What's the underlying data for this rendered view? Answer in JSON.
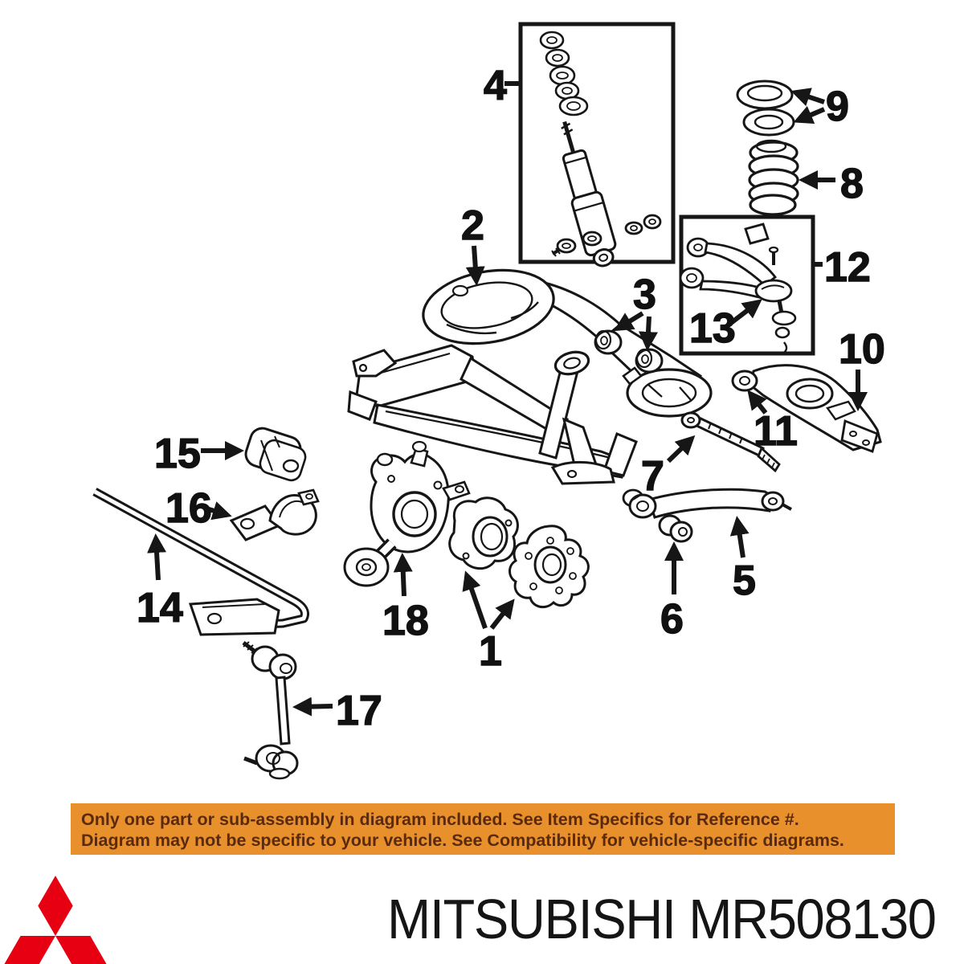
{
  "diagram": {
    "parts": [
      {
        "label": "1"
      },
      {
        "label": "2"
      },
      {
        "label": "3"
      },
      {
        "label": "4"
      },
      {
        "label": "5"
      },
      {
        "label": "6"
      },
      {
        "label": "7"
      },
      {
        "label": "8"
      },
      {
        "label": "9"
      },
      {
        "label": "10"
      },
      {
        "label": "11"
      },
      {
        "label": "12"
      },
      {
        "label": "13"
      },
      {
        "label": "14"
      },
      {
        "label": "15"
      },
      {
        "label": "16"
      },
      {
        "label": "17"
      },
      {
        "label": "18"
      }
    ]
  },
  "banner": {
    "line1": "Only one part or sub-assembly in diagram included. See Item Specifics for Reference #.",
    "line2": "Diagram may not be specific to your vehicle. See Compatibility for vehicle-specific diagrams.",
    "background_color": "#E8912C",
    "text_color": "#5B2A0E"
  },
  "footer": {
    "text": "MITSUBISHI MR508130",
    "logo_icon": "mitsubishi-three-diamonds",
    "logo_color": "#E60012"
  }
}
